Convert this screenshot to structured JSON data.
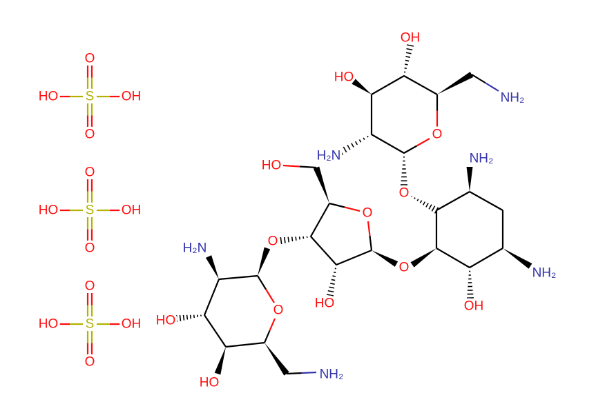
{
  "title": "Kanamycin-like aminoglycoside trisulfate structure",
  "colors": {
    "bond": "#000000",
    "oxygen": "#ff0d0d",
    "nitrogen": "#3333aa",
    "sulfur": "#b2b200"
  },
  "labels": {
    "OH": "OH",
    "HO": "HO",
    "O": "O",
    "S": "S",
    "NH2": "NH₂",
    "H2N": "H₂N"
  }
}
